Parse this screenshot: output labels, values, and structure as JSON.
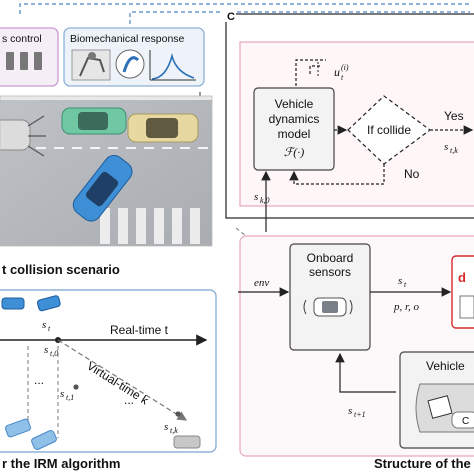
{
  "panels": {
    "top_left": {
      "labels": {
        "controls": "s control",
        "biomech": "Biomechanical response"
      },
      "caption": "t collision scenario"
    },
    "bottom_left": {
      "realtime": "Real-time t",
      "virtual": "Virtual-time k",
      "dots": "...",
      "s_t": "s",
      "s_t_sub": "t",
      "s_t0": "s",
      "s_t0_sub": "t,0",
      "s_t1": "s",
      "s_t1_sub": "t,1",
      "s_tk": "s",
      "s_tk_sub": "t,k",
      "caption": "r the IRM algorithm"
    },
    "panel_c": {
      "letter": "C",
      "vehicle_model": [
        "Vehicle",
        "dynamics",
        "model",
        "ℱ(·)"
      ],
      "if_collide": "If collide",
      "yes": "Yes",
      "no": "No",
      "u_label": "u",
      "u_sup": "(i)",
      "u_sub": "t",
      "s_k0": "s",
      "s_k0_sub": "k,0",
      "s_tk": "s",
      "s_tk_sub": "t,k"
    },
    "panel_bottom_right": {
      "onboard": [
        "Onboard",
        "sensors"
      ],
      "env": "env",
      "s_t": "s",
      "s_t_sub": "t",
      "pro": "p, r, o",
      "s_t1": "s",
      "s_t1_sub": "t+1",
      "d_label": "d",
      "vehicle": "Vehicle",
      "c_label": "C",
      "caption": "Structure of the"
    }
  },
  "colors": {
    "dashed_blue": "#4a88c8",
    "pink_border": "#e7a8c0",
    "red_accent": "#d62a2a",
    "box_bg": "#f3f3f3"
  }
}
